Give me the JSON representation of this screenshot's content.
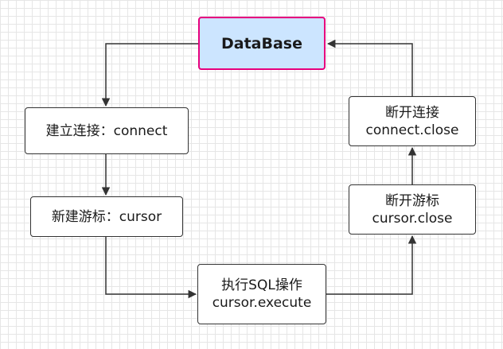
{
  "diagram": {
    "nodes": {
      "database": {
        "lines": [
          "DataBase"
        ]
      },
      "connect": {
        "lines": [
          "建立连接：connect"
        ]
      },
      "cursor": {
        "lines": [
          "新建游标：cursor"
        ]
      },
      "execute": {
        "lines": [
          "执行SQL操作",
          "cursor.execute"
        ]
      },
      "cursor_close": {
        "lines": [
          "断开游标",
          "cursor.close"
        ]
      },
      "connect_close": {
        "lines": [
          "断开连接",
          "connect.close"
        ]
      }
    },
    "edges": [
      {
        "from": "database",
        "to": "connect"
      },
      {
        "from": "connect",
        "to": "cursor"
      },
      {
        "from": "cursor",
        "to": "execute"
      },
      {
        "from": "execute",
        "to": "cursor_close"
      },
      {
        "from": "cursor_close",
        "to": "connect_close"
      },
      {
        "from": "connect_close",
        "to": "database"
      }
    ],
    "colors": {
      "database_fill": "#cce5ff",
      "database_border": "#e6007e",
      "node_border": "#333333",
      "edge": "#333333"
    }
  }
}
